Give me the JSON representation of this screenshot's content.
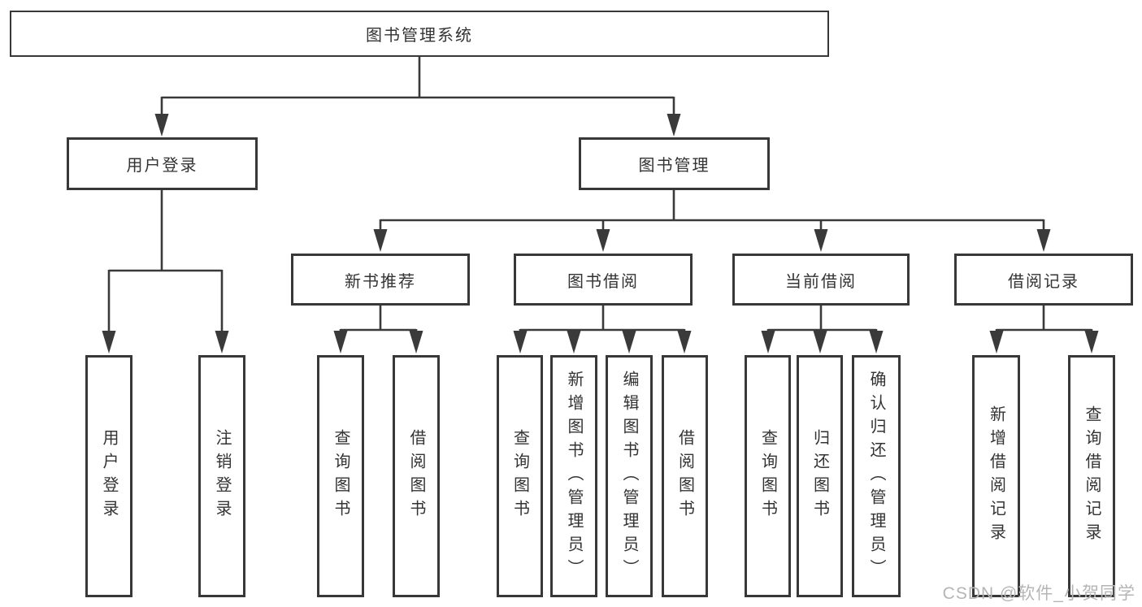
{
  "diagram_title": "图书管理系统",
  "nodes": {
    "root": {
      "label": "图书管理系统"
    },
    "user_login": {
      "label": "用户登录"
    },
    "book_management": {
      "label": "图书管理"
    },
    "new_book_recommend": {
      "label": "新书推荐"
    },
    "book_borrow": {
      "label": "图书借阅"
    },
    "current_borrow": {
      "label": "当前借阅"
    },
    "borrow_records": {
      "label": "借阅记录"
    }
  },
  "leaves": {
    "user_login": [
      "用户登录",
      "注销登录"
    ],
    "new_book_recommend": [
      "查询图书",
      "借阅图书"
    ],
    "book_borrow": [
      "查询图书",
      "新增图书（管理员）",
      "编辑图书（管理员）",
      "借阅图书"
    ],
    "current_borrow": [
      "查询图书",
      "归还图书",
      "确认归还（管理员）"
    ],
    "borrow_records": [
      "新增借阅记录",
      "查询借阅记录"
    ]
  },
  "watermark": "CSDN @软件_小贺同学",
  "colors": {
    "line": "#3a3a3a",
    "border": "#383838",
    "text": "#333333",
    "watermark": "#b5b5b5",
    "background": "#ffffff"
  }
}
